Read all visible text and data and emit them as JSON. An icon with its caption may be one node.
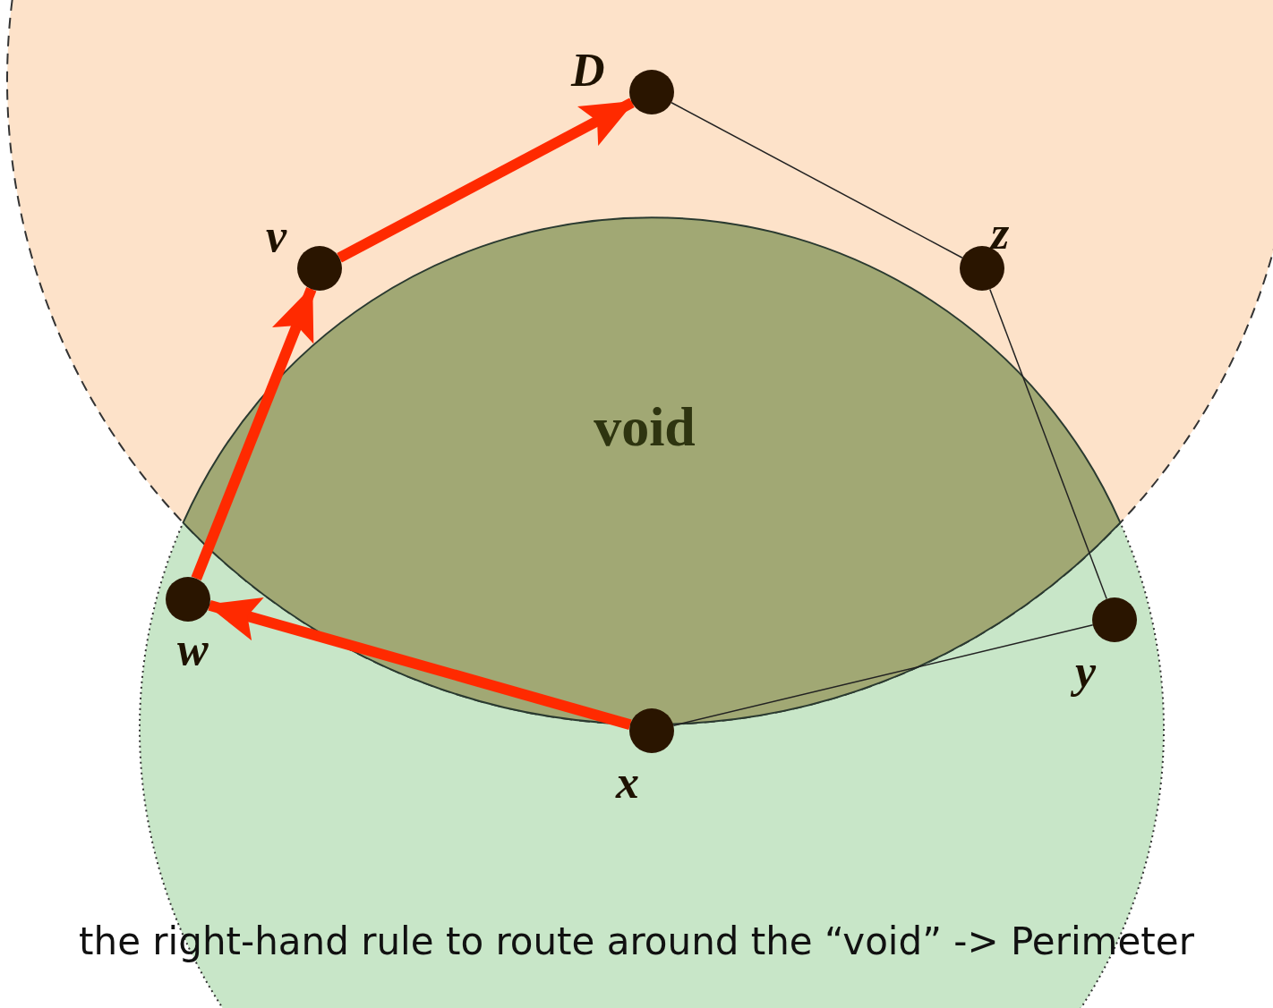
{
  "diagram": {
    "caption": "the right-hand rule to route around the “void” -> Perimeter",
    "nodes": [
      {
        "text": [],
        "shape": "circle",
        "beside": [
          "D"
        ]
      },
      {
        "text": [],
        "shape": "circle",
        "beside": [
          "v"
        ]
      },
      {
        "text": [],
        "shape": "circle",
        "beside": [
          "z"
        ]
      },
      {
        "text": [
          "void"
        ]
      },
      {
        "text": [],
        "shape": "circle",
        "beside": [
          "w"
        ]
      },
      {
        "text": [],
        "shape": "circle",
        "beside": [
          "y"
        ]
      },
      {
        "text": [],
        "shape": "circle",
        "beside": [
          "x"
        ]
      }
    ],
    "edges": [
      {
        "from": 6,
        "to": 4,
        "arrow": "to",
        "style": "thick",
        "color": "#ff2a00"
      },
      {
        "from": 4,
        "to": 1,
        "arrow": "to",
        "style": "thick",
        "color": "#ff2a00"
      },
      {
        "from": 1,
        "to": 0,
        "arrow": "to",
        "style": "thick",
        "color": "#ff2a00"
      },
      {
        "from": 0,
        "to": 2,
        "arrow": "none",
        "color": "#222222"
      },
      {
        "from": 2,
        "to": 5,
        "arrow": "none",
        "color": "#222222"
      },
      {
        "from": 5,
        "to": 6,
        "arrow": "none",
        "color": "#222222"
      }
    ]
  }
}
